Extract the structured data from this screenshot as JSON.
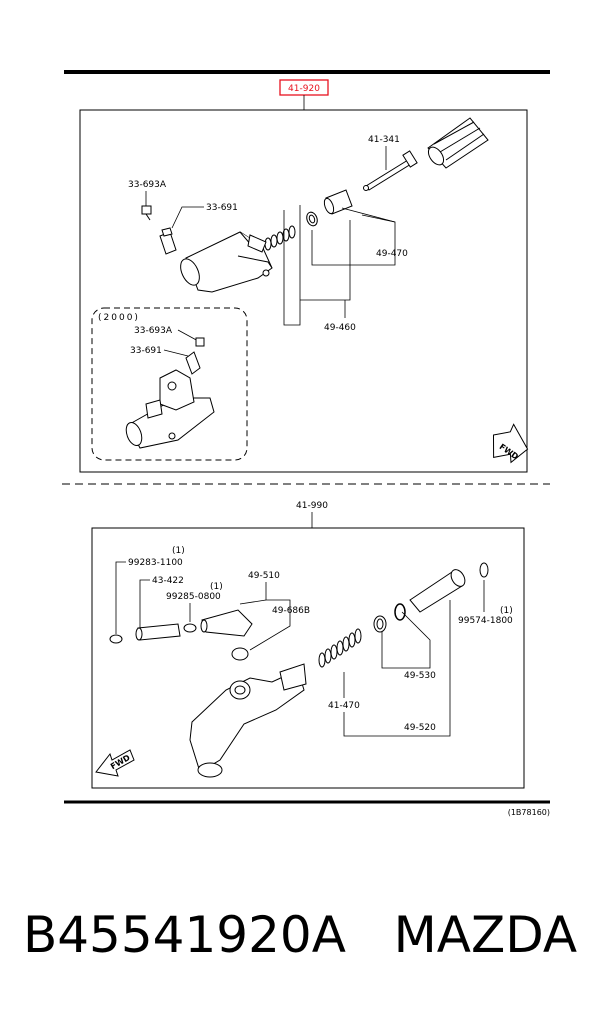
{
  "diagram": {
    "top_section": {
      "title_part": "41-920",
      "parts": {
        "p41_341": "41-341",
        "p33_693a": "33-693A",
        "p33_691": "33-691",
        "p49_470": "49-470",
        "p49_460": "49-460"
      },
      "inset": {
        "label": "(2000)",
        "p33_693a": "33-693A",
        "p33_691": "33-691"
      },
      "fwd_label": "FWD"
    },
    "bottom_section": {
      "title_part": "41-990",
      "parts": {
        "p99283": "99283-1100",
        "p99283_qty": "(1)",
        "p43_422": "43-422",
        "p99285": "99285-0800",
        "p99285_qty": "(1)",
        "p49_510": "49-510",
        "p49_686b": "49-686B",
        "p99574": "99574-1800",
        "p99574_qty": "(1)",
        "p49_530": "49-530",
        "p41_470": "41-470",
        "p49_520": "49-520"
      },
      "fwd_label": "FWD"
    },
    "figure_code": "(1B78160)"
  },
  "caption": {
    "part_number": "B45541920A",
    "brand": "MAZDA"
  },
  "colors": {
    "highlight": "#e8121f",
    "ink": "#000000"
  }
}
